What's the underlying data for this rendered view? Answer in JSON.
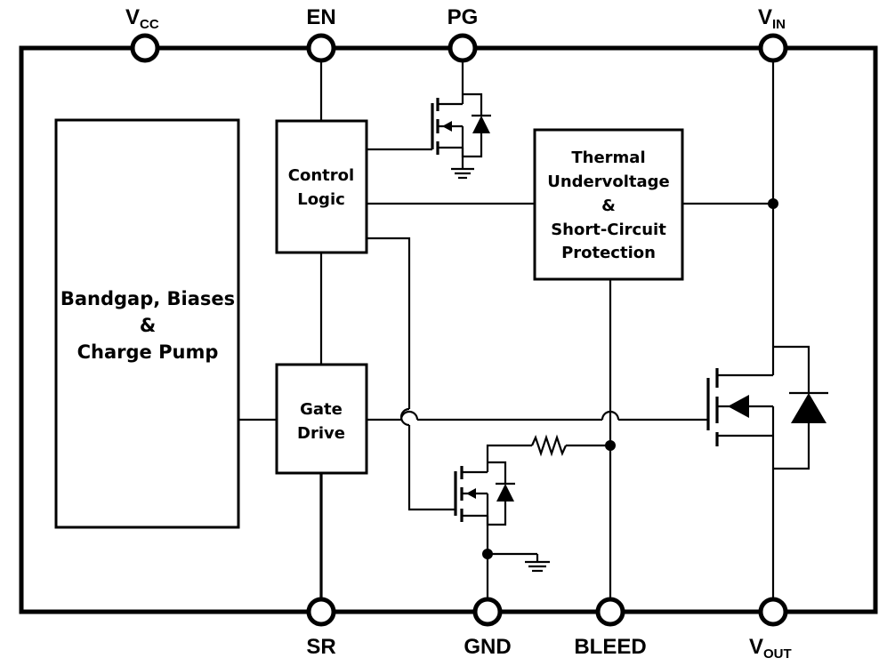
{
  "pins": {
    "vcc": {
      "main": "V",
      "sub": "CC"
    },
    "en": "EN",
    "pg": "PG",
    "vin": {
      "main": "V",
      "sub": "IN"
    },
    "sr": "SR",
    "gnd": "GND",
    "bleed": "BLEED",
    "vout": {
      "main": "V",
      "sub": "OUT"
    }
  },
  "blocks": {
    "bandgap": {
      "line1": "Bandgap, Biases",
      "line2": "&",
      "line3": "Charge Pump"
    },
    "control_logic": {
      "line1": "Control",
      "line2": "Logic"
    },
    "gate_drive": {
      "line1": "Gate",
      "line2": "Drive"
    },
    "protection": {
      "line1": "Thermal",
      "line2": "Undervoltage",
      "line3": "&",
      "line4": "Short-Circuit",
      "line5": "Protection"
    }
  }
}
